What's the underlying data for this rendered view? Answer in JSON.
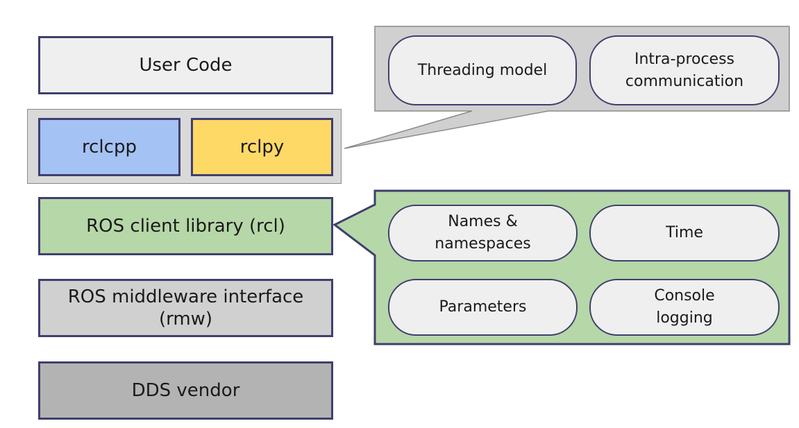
{
  "stack": {
    "user_code": "User Code",
    "rclcpp": "rclcpp",
    "rclpy": "rclpy",
    "rcl": "ROS client library (rcl)",
    "rmw": "ROS middleware interface\n(rmw)",
    "dds": "DDS vendor"
  },
  "client_lib_features": {
    "threading_model": "Threading model",
    "intra_process": "Intra-process\ncommunication"
  },
  "rcl_features": {
    "names": "Names &\nnamespaces",
    "time": "Time",
    "parameters": "Parameters",
    "console_logging": "Console\nlogging"
  },
  "colors": {
    "border": "#3f3f6e",
    "user_code_fill": "#efefef",
    "rclcpp_fill": "#a4c2f4",
    "rclpy_fill": "#ffd966",
    "rcl_fill": "#b6d7a8",
    "rmw_fill": "#d0d0d0",
    "dds_fill": "#b3b3b3",
    "gray_callout": "#d0d0d0",
    "green_callout": "#b6d7a8"
  }
}
